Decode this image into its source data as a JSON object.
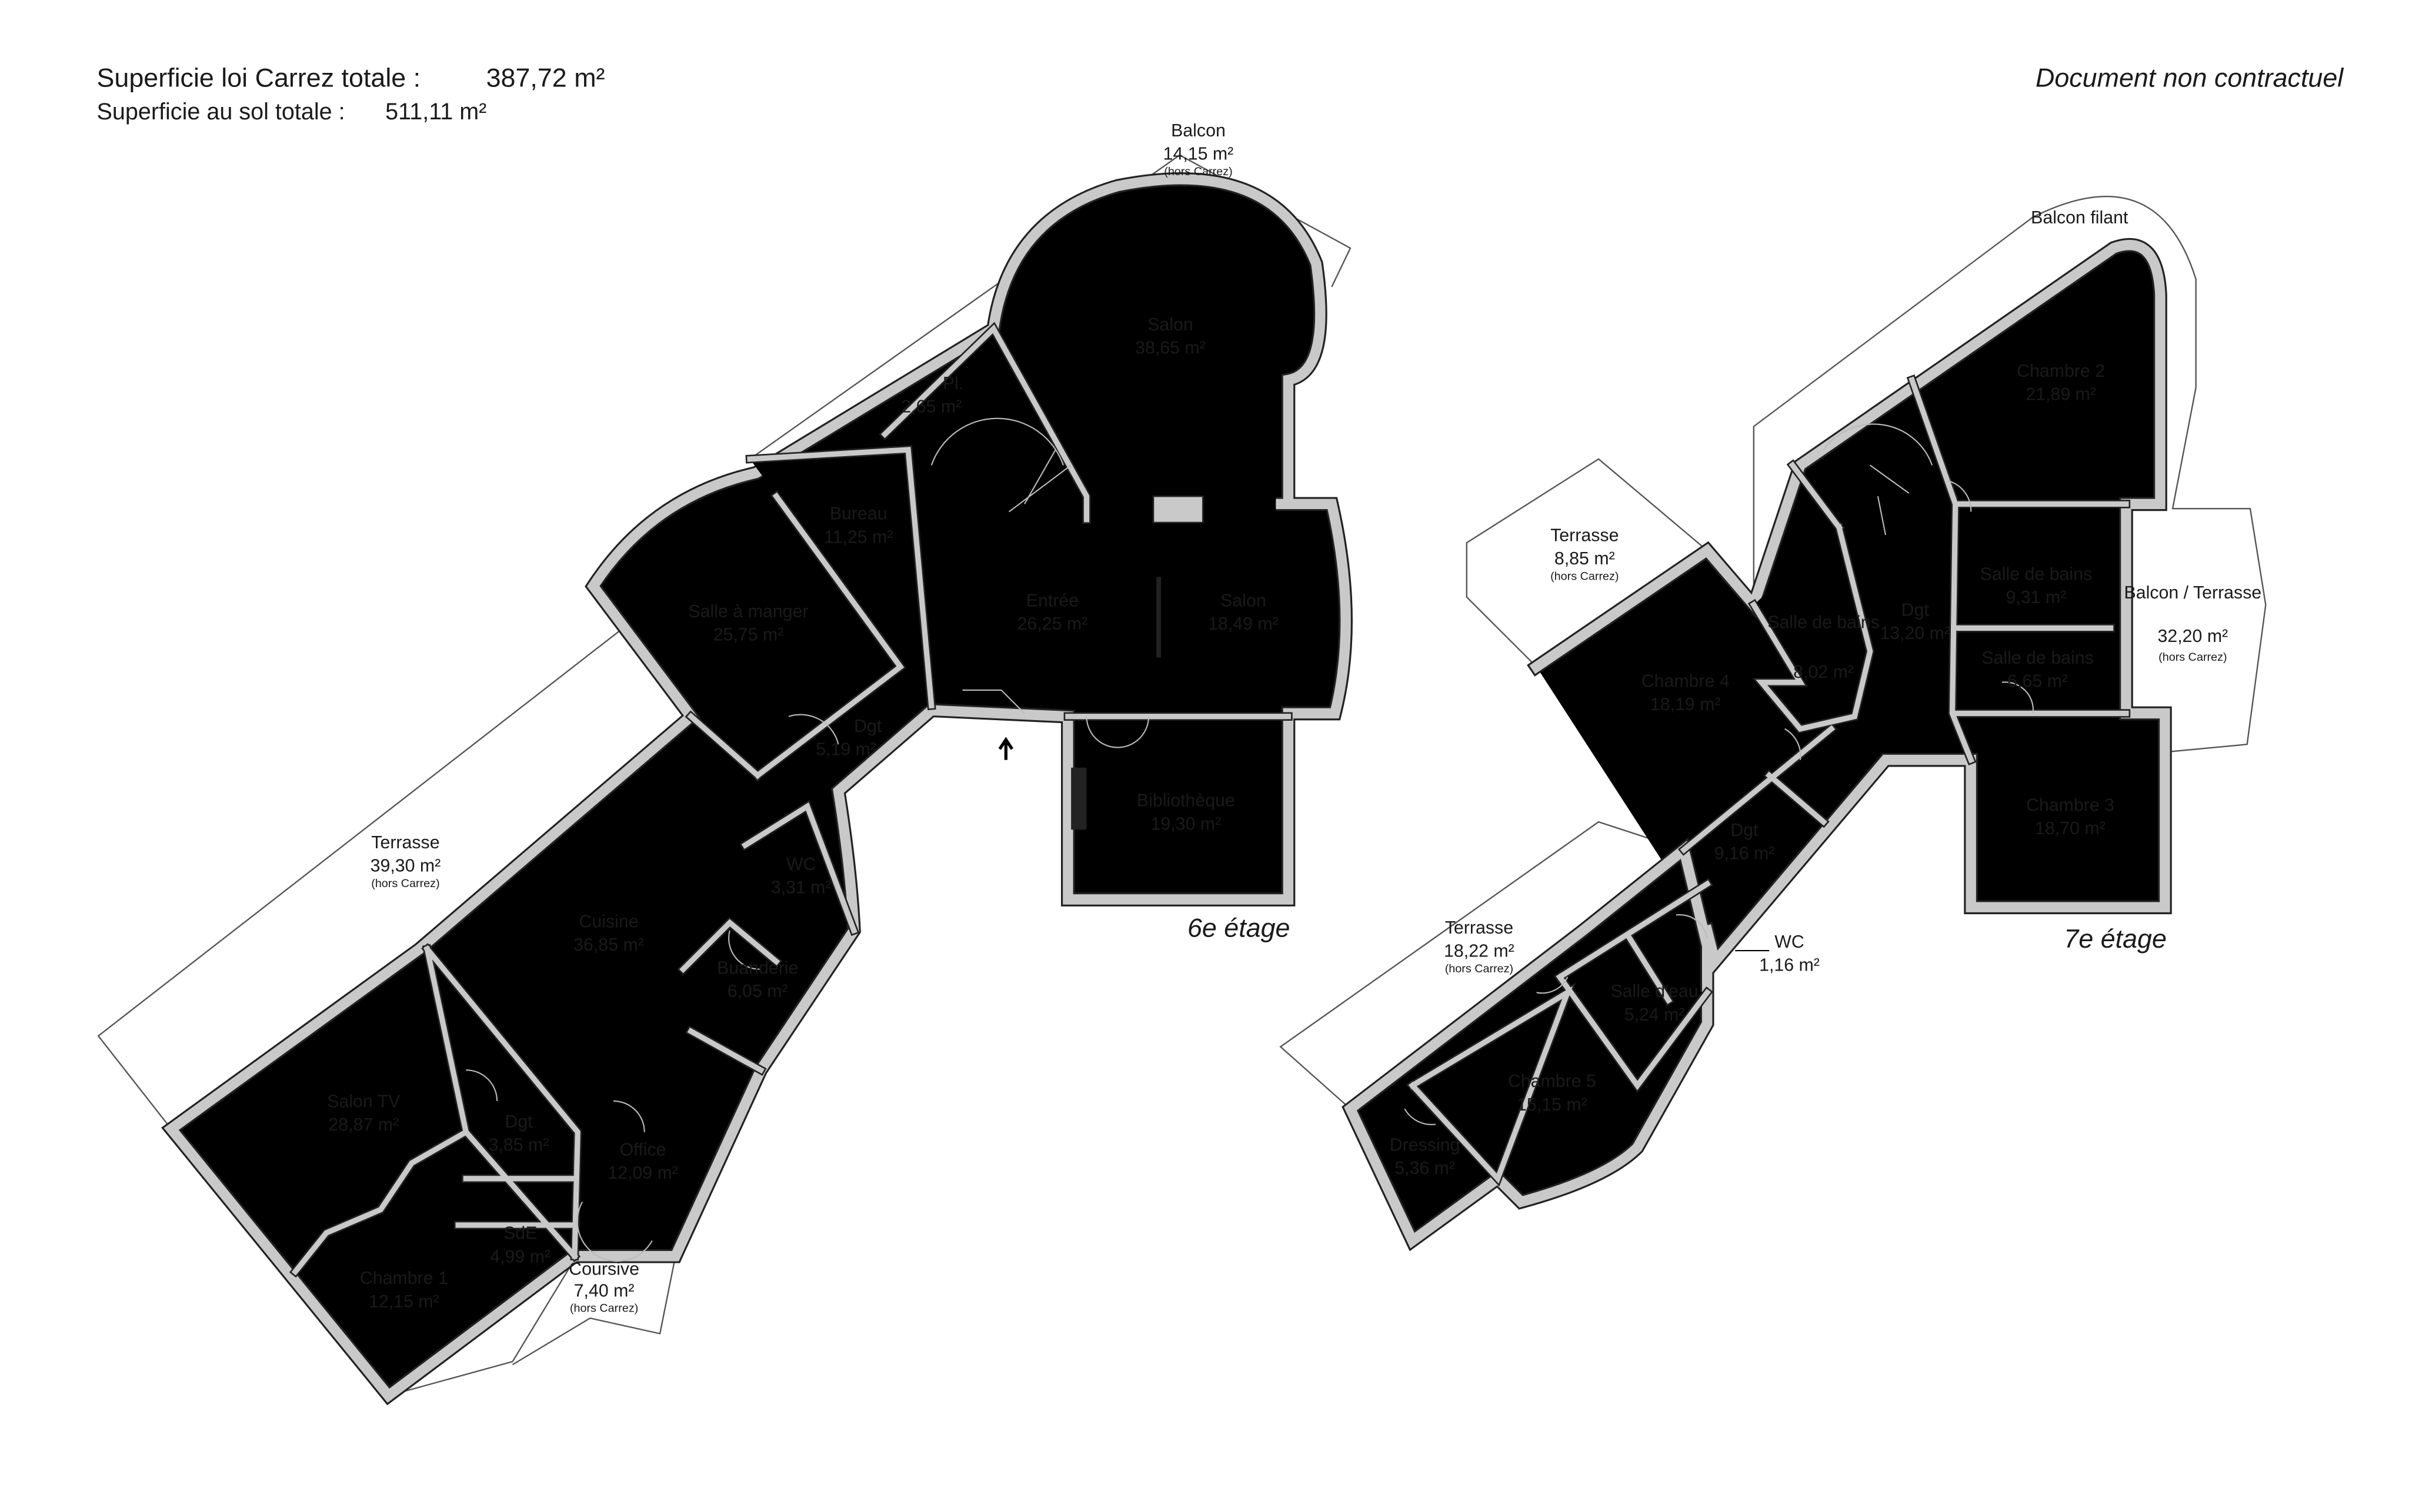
{
  "header": {
    "carrez_label": "Superficie loi Carrez totale :",
    "carrez_value": "387,72 m²",
    "sol_label": "Superficie au sol totale :",
    "sol_value": "511,11 m²",
    "disclaimer": "Document non contractuel"
  },
  "floors": {
    "sixth": {
      "label": "6e étage",
      "rooms": [
        {
          "name": "Balcon",
          "area": "14,15 m²",
          "note": "(hors Carrez)"
        },
        {
          "name": "Salon",
          "area": "38,65 m²"
        },
        {
          "name": "Pl.",
          "area": "2,65 m²"
        },
        {
          "name": "Bureau",
          "area": "11,25 m²"
        },
        {
          "name": "Salle à manger",
          "area": "25,75 m²"
        },
        {
          "name": "Entrée",
          "area": "26,25 m²"
        },
        {
          "name": "Salon",
          "area": "18,49 m²"
        },
        {
          "name": "Dgt",
          "area": "5,19 m²"
        },
        {
          "name": "Bibliothèque",
          "area": "19,30 m²"
        },
        {
          "name": "Terrasse",
          "area": "39,30 m²",
          "note": "(hors Carrez)"
        },
        {
          "name": "WC",
          "area": "3,31 m²"
        },
        {
          "name": "Cuisine",
          "area": "36,85 m²"
        },
        {
          "name": "Buanderie",
          "area": "6,05 m²"
        },
        {
          "name": "Salon TV",
          "area": "28,87 m²"
        },
        {
          "name": "Dgt",
          "area": "3,85 m²"
        },
        {
          "name": "Office",
          "area": "12,09 m²"
        },
        {
          "name": "SdE",
          "area": "4,99 m²"
        },
        {
          "name": "Chambre 1",
          "area": "12,15 m²"
        },
        {
          "name": "Coursive",
          "area": "7,40 m²",
          "note": "(hors Carrez)"
        }
      ]
    },
    "seventh": {
      "label": "7e étage",
      "rooms": [
        {
          "name": "Balcon filant",
          "area": ""
        },
        {
          "name": "Chambre 2",
          "area": "21,89 m²"
        },
        {
          "name": "Terrasse",
          "area": "8,85 m²",
          "note": "(hors Carrez)"
        },
        {
          "name": "Salle de bains",
          "area": "9,31 m²"
        },
        {
          "name": "Balcon / Terrasse",
          "area": "32,20 m²",
          "note": "(hors Carrez)"
        },
        {
          "name": "Dgt",
          "area": "13,20 m²"
        },
        {
          "name": "Salle de bains",
          "area": "8,02 m²"
        },
        {
          "name": "Salle de bains",
          "area": "6,65 m²"
        },
        {
          "name": "Chambre 4",
          "area": "18,19 m²"
        },
        {
          "name": "Chambre 3",
          "area": "18,70 m²"
        },
        {
          "name": "Dgt",
          "area": "9,16 m²"
        },
        {
          "name": "Terrasse",
          "area": "18,22 m²",
          "note": "(hors Carrez)"
        },
        {
          "name": "WC",
          "area": "1,16 m²"
        },
        {
          "name": "Salle d'eau",
          "area": "5,24 m²"
        },
        {
          "name": "Chambre 5",
          "area": "15,15 m²"
        },
        {
          "name": "Dressing",
          "area": "5,36 m²"
        }
      ]
    }
  }
}
